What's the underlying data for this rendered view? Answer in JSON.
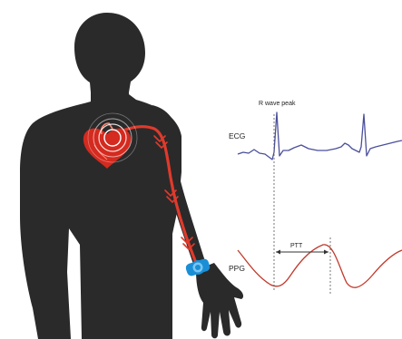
{
  "labels": {
    "r_wave_peak": "R wave peak",
    "ecg": "ECG",
    "ptt": "PTT",
    "ppg": "PPG"
  },
  "colors": {
    "silhouette": "#2a2a2a",
    "heart": "#d42a1f",
    "artery": "#e03a2c",
    "ecg_trace": "#4a4f9c",
    "ppg_trace": "#c0392b",
    "watch": "#1a8fd6",
    "label_text": "#222222"
  },
  "icons": {
    "heart": "heart-icon",
    "heartbeat_waves": "heartbeat-waves-icon",
    "pulse_chevrons": "chevron-down-icon",
    "wrist_sensor": "smartwatch-icon"
  }
}
